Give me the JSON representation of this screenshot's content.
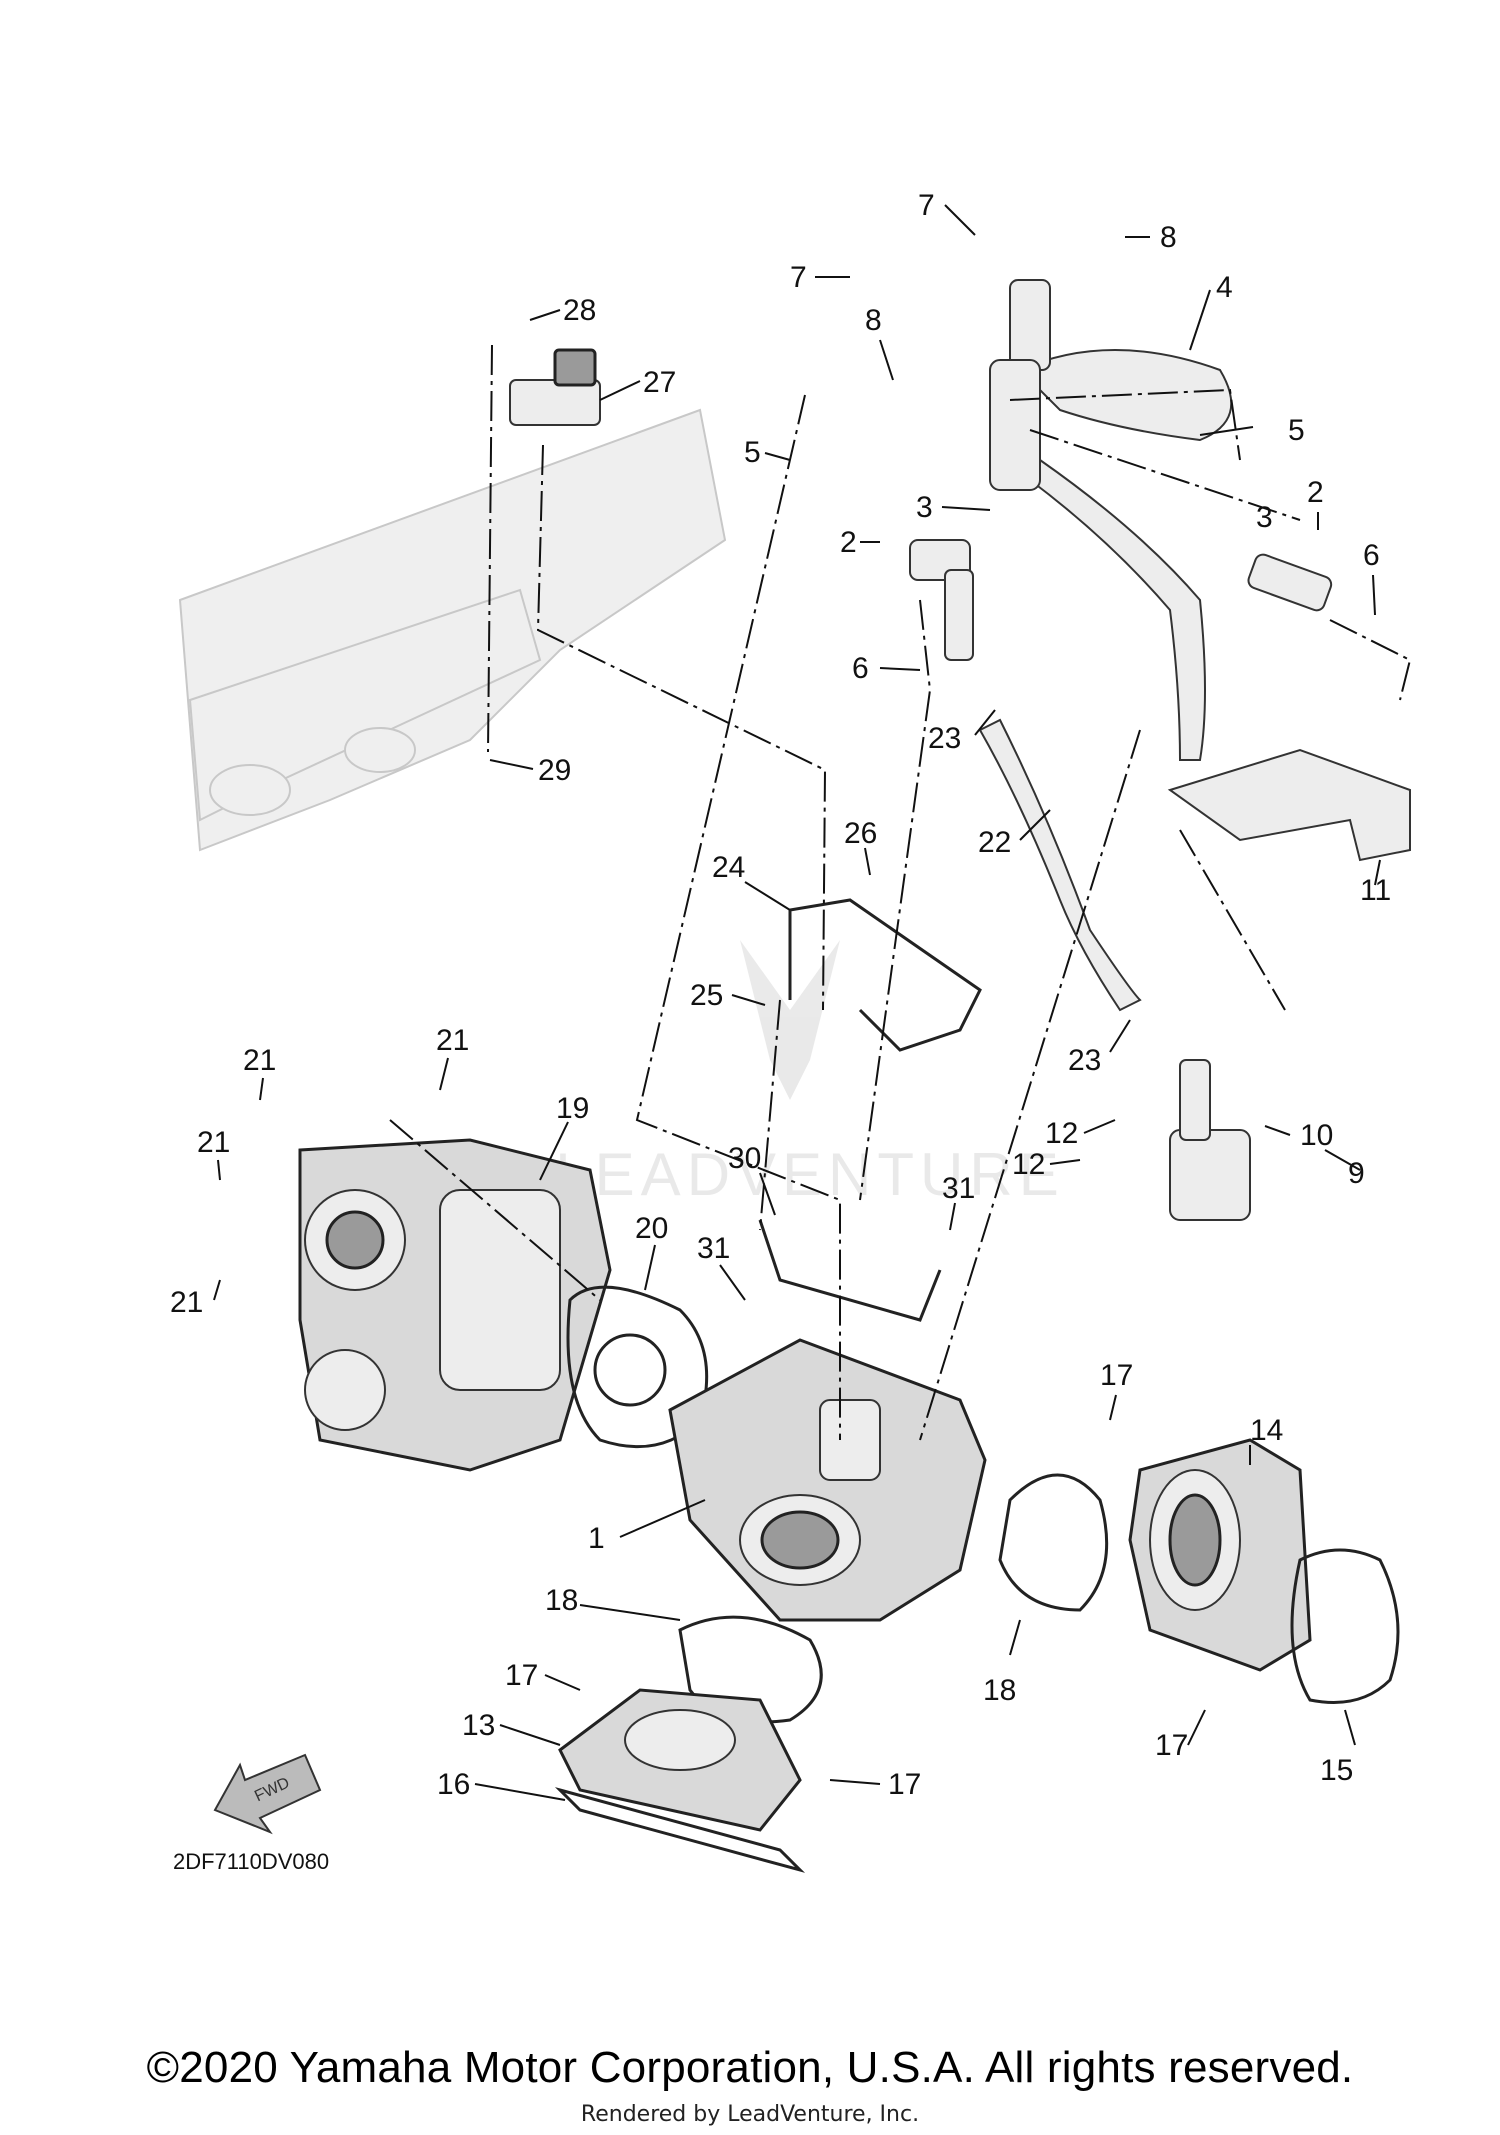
{
  "diagram": {
    "drawing_code": "2DF7110DV080",
    "fwd_label": "FWD",
    "watermark": "LEADVENTURE",
    "callouts": [
      {
        "id": "c1",
        "label": "1"
      },
      {
        "id": "c2a",
        "label": "2"
      },
      {
        "id": "c2b",
        "label": "2"
      },
      {
        "id": "c3a",
        "label": "3"
      },
      {
        "id": "c3b",
        "label": "3"
      },
      {
        "id": "c4",
        "label": "4"
      },
      {
        "id": "c5a",
        "label": "5"
      },
      {
        "id": "c5b",
        "label": "5"
      },
      {
        "id": "c6a",
        "label": "6"
      },
      {
        "id": "c6b",
        "label": "6"
      },
      {
        "id": "c7a",
        "label": "7"
      },
      {
        "id": "c7b",
        "label": "7"
      },
      {
        "id": "c8a",
        "label": "8"
      },
      {
        "id": "c8b",
        "label": "8"
      },
      {
        "id": "c9",
        "label": "9"
      },
      {
        "id": "c10",
        "label": "10"
      },
      {
        "id": "c11",
        "label": "11"
      },
      {
        "id": "c12a",
        "label": "12"
      },
      {
        "id": "c12b",
        "label": "12"
      },
      {
        "id": "c13",
        "label": "13"
      },
      {
        "id": "c14",
        "label": "14"
      },
      {
        "id": "c15",
        "label": "15"
      },
      {
        "id": "c16",
        "label": "16"
      },
      {
        "id": "c17a",
        "label": "17"
      },
      {
        "id": "c17b",
        "label": "17"
      },
      {
        "id": "c17c",
        "label": "17"
      },
      {
        "id": "c17d",
        "label": "17"
      },
      {
        "id": "c18a",
        "label": "18"
      },
      {
        "id": "c18b",
        "label": "18"
      },
      {
        "id": "c19",
        "label": "19"
      },
      {
        "id": "c20",
        "label": "20"
      },
      {
        "id": "c21a",
        "label": "21"
      },
      {
        "id": "c21b",
        "label": "21"
      },
      {
        "id": "c21c",
        "label": "21"
      },
      {
        "id": "c21d",
        "label": "21"
      },
      {
        "id": "c22",
        "label": "22"
      },
      {
        "id": "c23a",
        "label": "23"
      },
      {
        "id": "c23b",
        "label": "23"
      },
      {
        "id": "c24",
        "label": "24"
      },
      {
        "id": "c25",
        "label": "25"
      },
      {
        "id": "c26",
        "label": "26"
      },
      {
        "id": "c27",
        "label": "27"
      },
      {
        "id": "c28",
        "label": "28"
      },
      {
        "id": "c29",
        "label": "29"
      },
      {
        "id": "c30",
        "label": "30"
      },
      {
        "id": "c31a",
        "label": "31"
      },
      {
        "id": "c31b",
        "label": "31"
      }
    ]
  },
  "footer": {
    "copyright": "©2020 Yamaha Motor Corporation, U.S.A. All rights reserved.",
    "rendered_by": "Rendered by LeadVenture, Inc."
  }
}
